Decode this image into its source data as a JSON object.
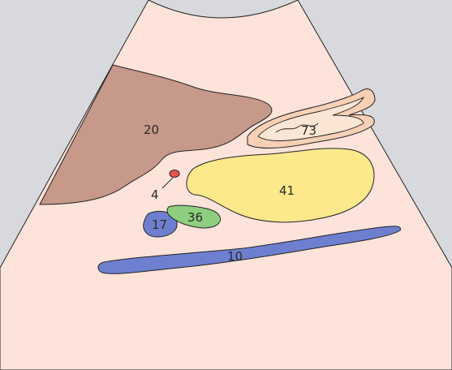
{
  "labels": {
    "liver": "20",
    "pancreas": "73",
    "stomach": "41",
    "artery": "4",
    "vein": "17",
    "node": "36",
    "vessel_long": "10"
  },
  "colors": {
    "background": "#d7d9dc",
    "field": "#fde3da",
    "outline": "#222222",
    "liver": "#c7998a",
    "stomach": "#fde98c",
    "pancreas_fill": "#f7d0b5",
    "pancreas_inner": "#fbe6d6",
    "artery": "#e8554c",
    "vein": "#6f7fd0",
    "node": "#8ecf7f",
    "vessel_long": "#6f7fd0"
  }
}
